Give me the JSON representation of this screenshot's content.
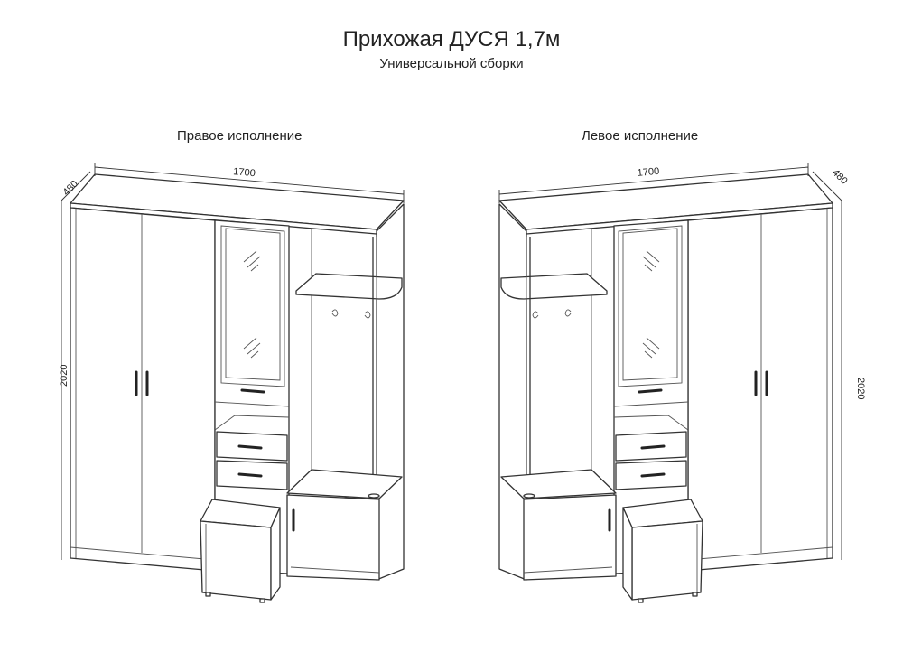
{
  "title": "Прихожая ДУСЯ 1,7м",
  "subtitle": "Универсальной сборки",
  "variants": [
    {
      "label": "Правое исполнение",
      "width": "1700",
      "depth": "480",
      "height": "2020"
    },
    {
      "label": "Левое исполнение",
      "width": "1700",
      "depth": "480",
      "height": "2020"
    }
  ]
}
